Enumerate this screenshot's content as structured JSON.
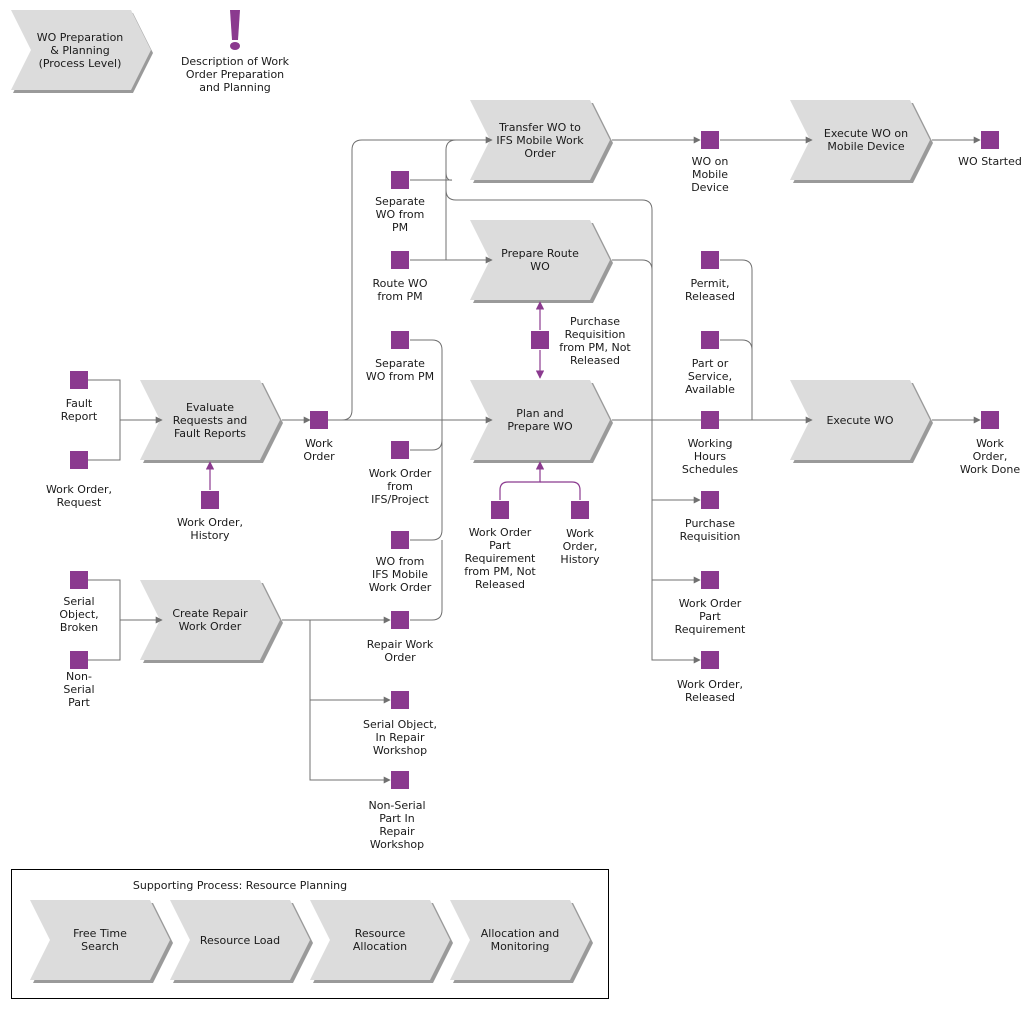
{
  "header": {
    "process_level": "WO Preparation\n& Planning\n(Process Level)",
    "description": "Description of Work\nOrder Preparation\nand Planning"
  },
  "processes": {
    "evaluate": "Evaluate\nRequests and\nFault Reports",
    "create_repair": "Create Repair\nWork Order",
    "transfer": "Transfer WO to\nIFS Mobile Work\nOrder",
    "prepare_route": "Prepare Route\nWO",
    "plan_prepare": "Plan and\nPrepare WO",
    "execute_mobile": "Execute WO on\nMobile Device",
    "execute": "Execute WO"
  },
  "objects": {
    "fault_report": "Fault\nReport",
    "wo_request": "Work Order,\nRequest",
    "wo_history_1": "Work Order,\nHistory",
    "work_order": "Work\nOrder",
    "serial_broken": "Serial\nObject,\nBroken",
    "non_serial_part": "Non-\nSerial\nPart",
    "separate_pm_1": "Separate\nWO from\nPM",
    "route_pm": "Route WO\nfrom PM",
    "separate_pm_2": "Separate\nWO from PM",
    "wo_ifs_project": "Work Order\nfrom\nIFS/Project",
    "wo_ifs_mobile": "WO from\nIFS Mobile\nWork Order",
    "repair_wo": "Repair Work\nOrder",
    "serial_workshop": "Serial Object,\nIn Repair\nWorkshop",
    "nonserial_workshop": "Non-Serial\nPart In\nRepair\nWorkshop",
    "purchase_req_pm": "Purchase\nRequisition\nfrom PM, Not\nReleased",
    "wo_part_req_pm": "Work Order\nPart\nRequirement\nfrom PM, Not\nReleased",
    "wo_history_2": "Work\nOrder,\nHistory",
    "wo_mobile": "WO on\nMobile\nDevice",
    "wo_started": "WO Started",
    "permit": "Permit,\nReleased",
    "part_service": "Part or\nService,\nAvailable",
    "working_hours": "Working\nHours\nSchedules",
    "purchase_req": "Purchase\nRequisition",
    "wo_part_req": "Work Order\nPart\nRequirement",
    "wo_released": "Work Order,\nReleased",
    "wo_done": "Work\nOrder,\nWork Done"
  },
  "support": {
    "title": "Supporting Process: Resource Planning",
    "free_time": "Free Time\nSearch",
    "resource_load": "Resource Load",
    "resource_allocation": "Resource\nAllocation",
    "allocation_monitoring": "Allocation and\nMonitoring"
  },
  "colors": {
    "object": "#8b3a8f",
    "process_fill": "#dcdcdc",
    "process_shadow": "#9a9a9a",
    "flow_line": "#707070",
    "info_flow": "#8b3a8f"
  }
}
